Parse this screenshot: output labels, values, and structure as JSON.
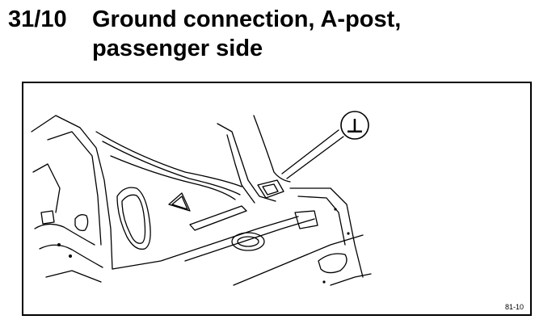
{
  "section": {
    "number": "31/10",
    "title_line1": "Ground connection, A-post,",
    "title_line2": "passenger side"
  },
  "figure": {
    "callout_symbol": "⊥",
    "callout_meaning": "ground-symbol-icon",
    "figure_id": "81-10"
  }
}
